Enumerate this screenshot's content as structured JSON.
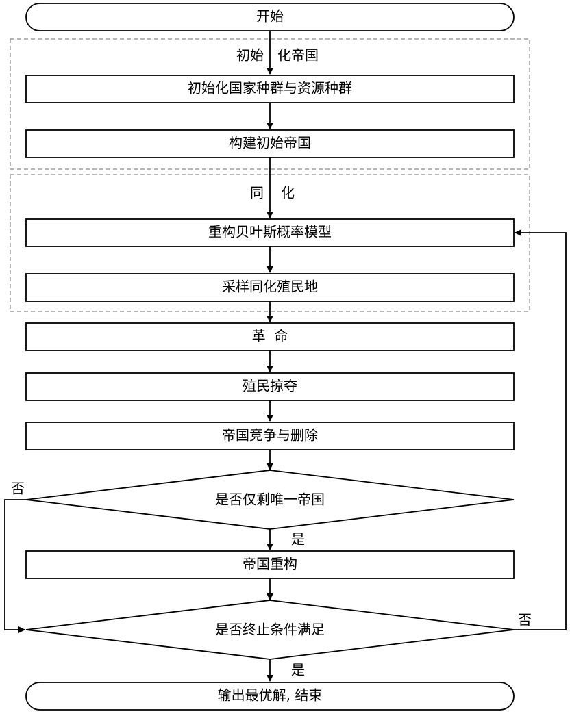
{
  "start": "开始",
  "group_init": {
    "title_left": "初始",
    "title_right": "化帝国",
    "steps": [
      "初始化国家种群与资源种群",
      "构建初始帝国"
    ]
  },
  "group_assim": {
    "title_left": "同",
    "title_right": "化",
    "steps": [
      "重构贝叶斯概率模型",
      "采样同化殖民地"
    ]
  },
  "steps": [
    "革  命",
    "殖民掠夺",
    "帝国竞争与删除"
  ],
  "decision1": "是否仅剩唯一帝国",
  "step_restructure": "帝国重构",
  "decision2": "是否终止条件满足",
  "end": "输出最优解, 结束",
  "edge_labels": {
    "yes": "是",
    "no": "否"
  }
}
